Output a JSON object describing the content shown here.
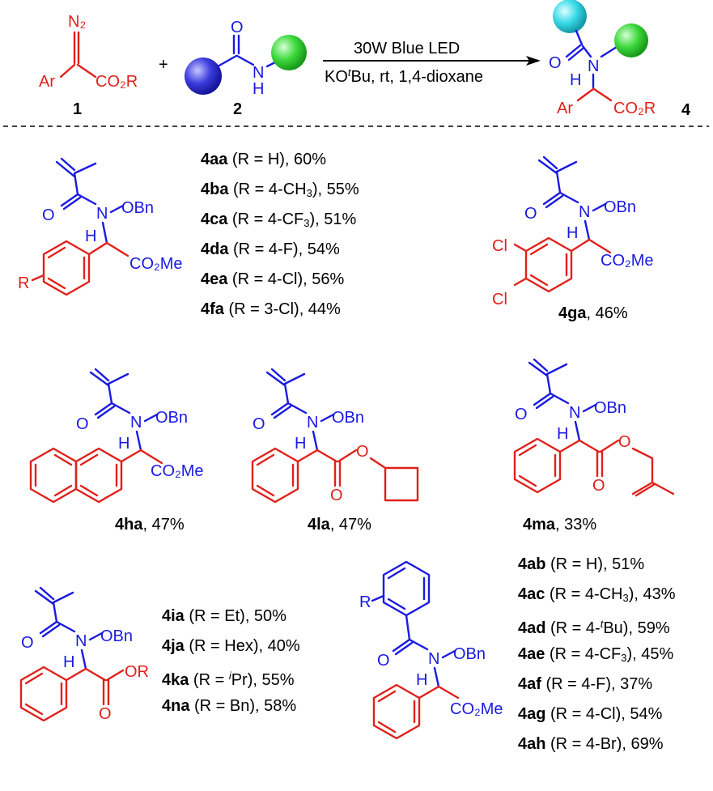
{
  "scheme": {
    "reagent1_number": "1",
    "reagent2_number": "2",
    "product_number": "4",
    "plus": "+",
    "condition_line1": "30W Blue LED",
    "condition_line2": "KO",
    "condition_line2_sup": "t",
    "condition_line2_rest": "Bu, rt, 1,4-dioxane",
    "atoms": {
      "N2": "N₂",
      "Ar": "Ar",
      "CO2R": "CO₂R",
      "O": "O",
      "N": "N",
      "H": "H"
    }
  },
  "series_1": [
    {
      "id": "4aa",
      "cond": " (R = H), 60%"
    },
    {
      "id": "4ba",
      "cond_pre": " (R = 4-CH",
      "sub": "3",
      "cond_post": "), 55%"
    },
    {
      "id": "4ca",
      "cond_pre": " (R = 4-CF",
      "sub": "3",
      "cond_post": "), 51%"
    },
    {
      "id": "4da",
      "cond": " (R = 4-F), 54%"
    },
    {
      "id": "4ea",
      "cond": " (R = 4-Cl), 56%"
    },
    {
      "id": "4fa",
      "cond": " (R = 3-Cl), 44%"
    }
  ],
  "singles": [
    {
      "id": "4ga",
      "yield": ", 46%"
    },
    {
      "id": "4ha",
      "yield": ", 47%"
    },
    {
      "id": "4la",
      "yield": ", 47%"
    },
    {
      "id": "4ma",
      "yield": ", 33%"
    }
  ],
  "series_2": [
    {
      "id": "4ia",
      "cond": " (R = Et), 50%"
    },
    {
      "id": "4ja",
      "cond": " (R = Hex), 40%"
    },
    {
      "id": "4ka",
      "cond_pre": " (R = ",
      "sup": "i",
      "cond_post": "Pr), 55%"
    },
    {
      "id": "4na",
      "cond": " (R = Bn), 58%"
    }
  ],
  "series_3": [
    {
      "id": "4ab",
      "cond": " (R = H), 51%"
    },
    {
      "id": "4ac",
      "cond_pre": " (R = 4-CH",
      "sub": "3",
      "cond_post": "), 43%"
    },
    {
      "id": "4ad",
      "cond_pre": " (R = 4-",
      "sup": "t",
      "cond_post": "Bu), 59%"
    },
    {
      "id": "4ae",
      "cond_pre": " (R = 4-CF",
      "sub": "3",
      "cond_post": "), 45%"
    },
    {
      "id": "4af",
      "cond": " (R = 4-F), 37%"
    },
    {
      "id": "4ag",
      "cond": " (R = 4-Cl), 54%"
    },
    {
      "id": "4ah",
      "cond": " (R = 4-Br), 69%"
    }
  ],
  "struct_text": {
    "OBn": "OBn",
    "CO2Me": "CO₂Me",
    "R": "R",
    "Cl": "Cl",
    "OR": "OR"
  },
  "colors": {
    "aryl_red": "#e0201b",
    "amide_blue": "#1a1ae0",
    "sphere_blue": "#2d2dd8",
    "sphere_green": "#33d633",
    "sphere_cyan": "#35d8e6"
  }
}
